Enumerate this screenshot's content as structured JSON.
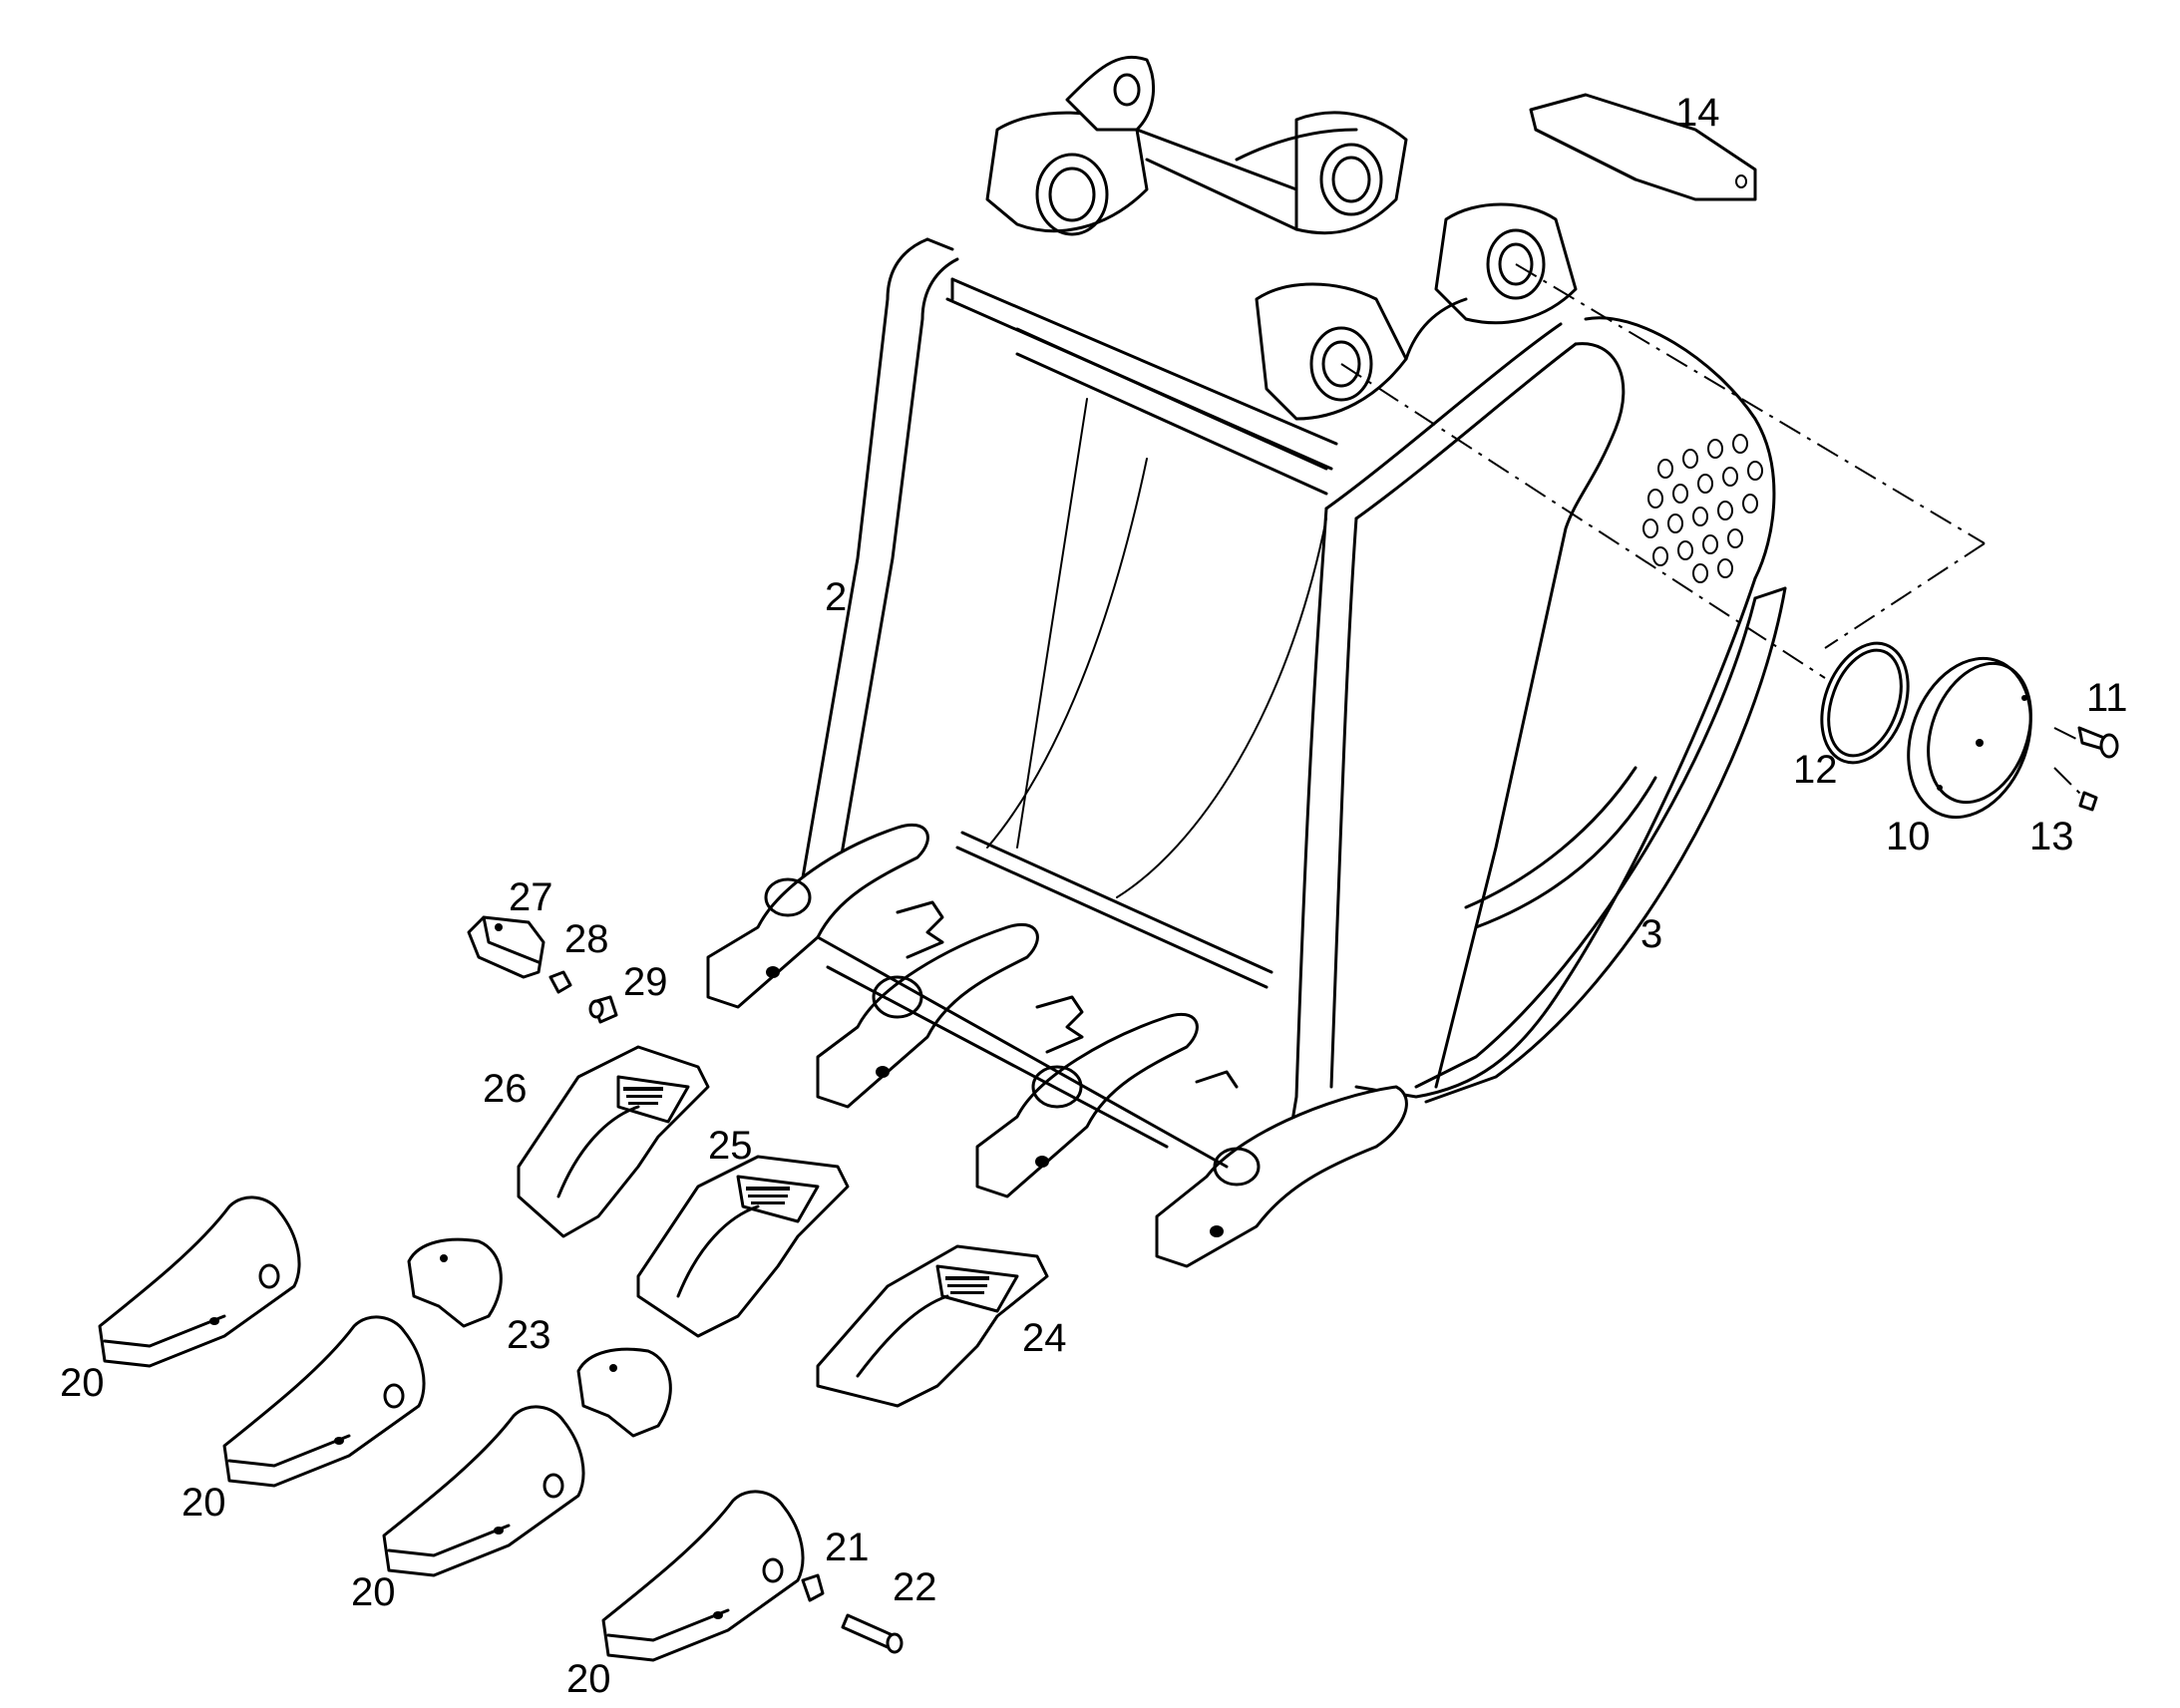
{
  "callouts": {
    "c2": "2",
    "c3": "3",
    "c10": "10",
    "c11": "11",
    "c12": "12",
    "c13": "13",
    "c14": "14",
    "c20a": "20",
    "c20b": "20",
    "c20c": "20",
    "c20d": "20",
    "c21": "21",
    "c22": "22",
    "c23": "23",
    "c24": "24",
    "c25": "25",
    "c26": "26",
    "c27": "27",
    "c28": "28",
    "c29": "29"
  }
}
